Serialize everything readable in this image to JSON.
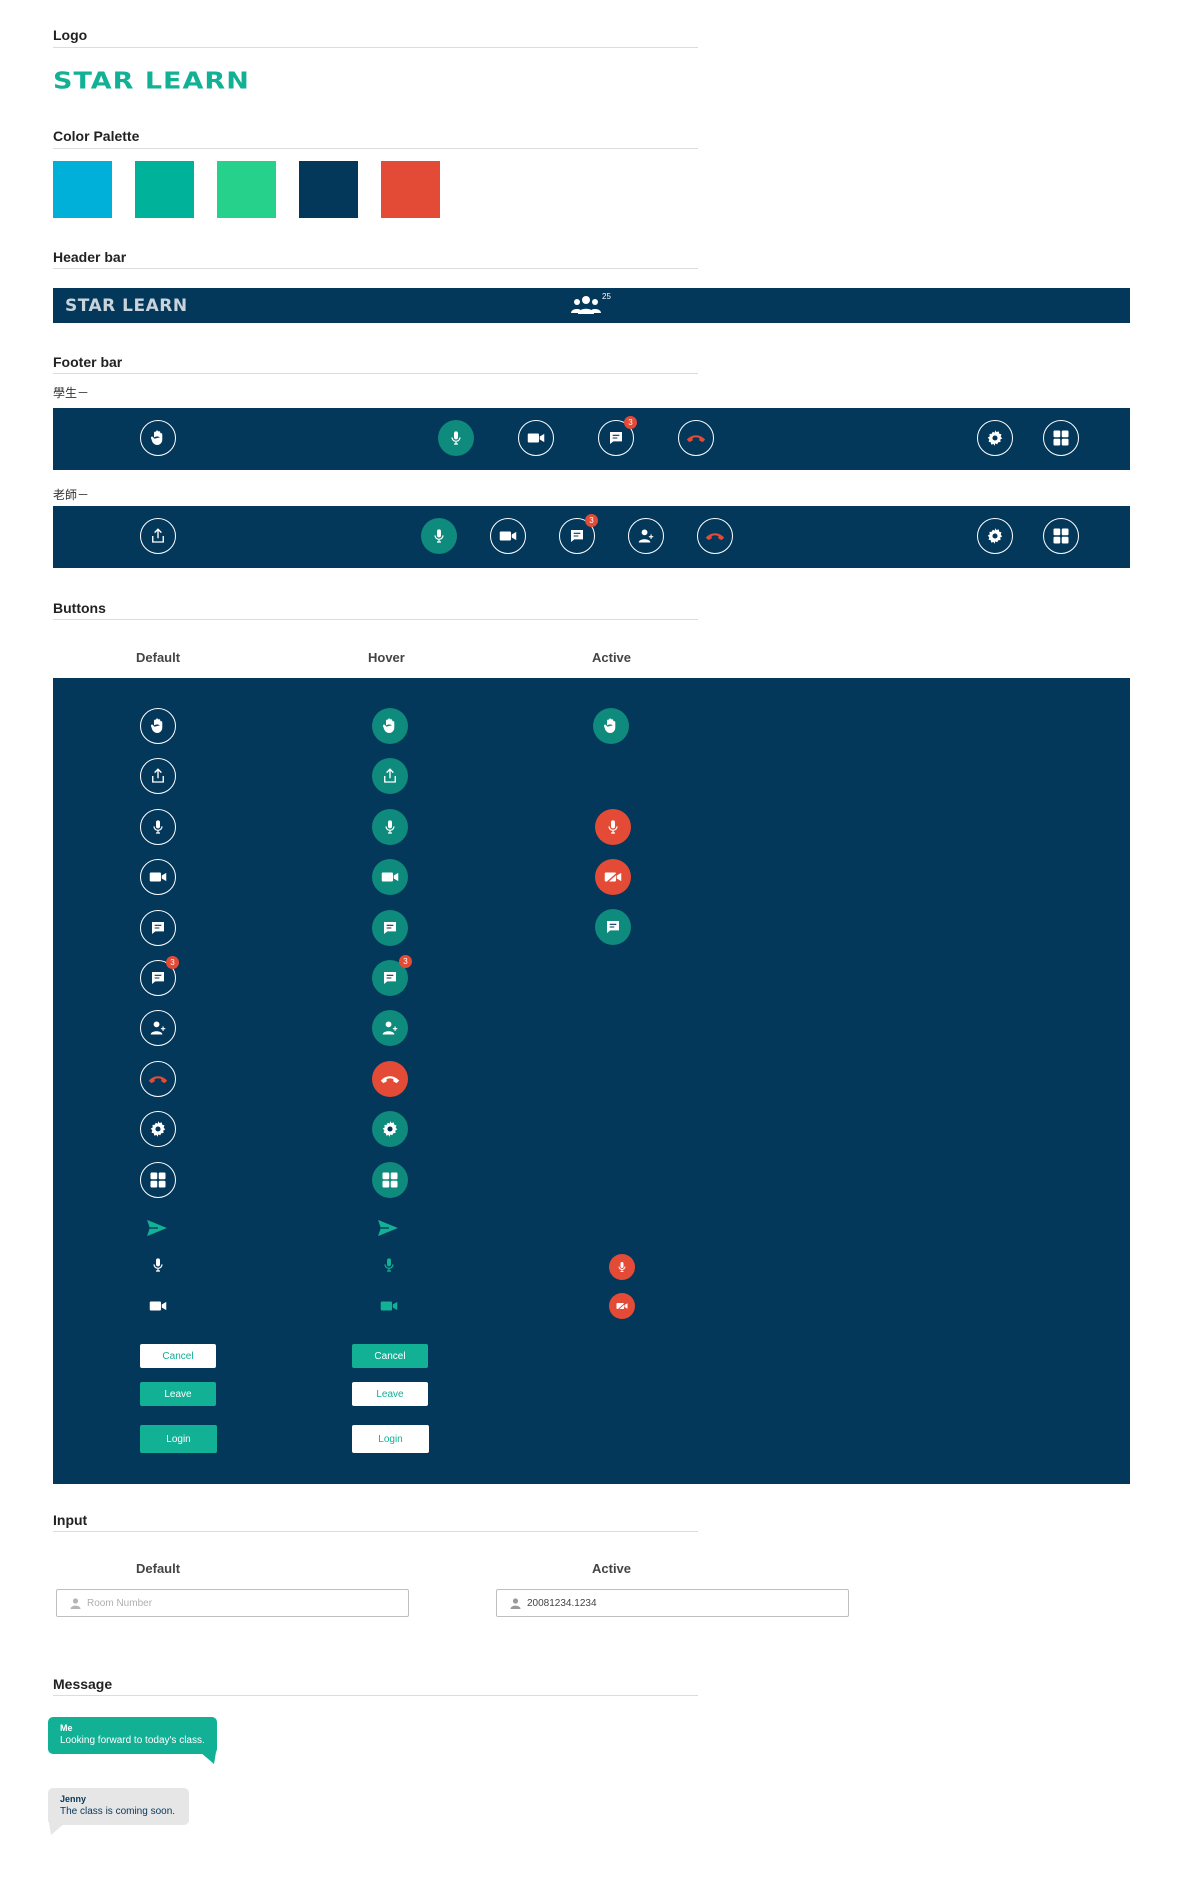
{
  "sections": {
    "logo": "Logo",
    "palette": "Color Palette",
    "header": "Header bar",
    "footer": "Footer bar",
    "buttons": "Buttons",
    "input": "Input",
    "message": "Message"
  },
  "brand": {
    "name": "STAR LEARN"
  },
  "palette": [
    "#00b0d9",
    "#00b299",
    "#25d18b",
    "#04385a",
    "#e44b37"
  ],
  "header_bar": {
    "participant_count": "25",
    "icon": "people-group-icon"
  },
  "footer": {
    "student_label": "學生－",
    "teacher_label": "老師－",
    "badge_count": "3"
  },
  "buttons": {
    "columns": {
      "default": "Default",
      "hover": "Hover",
      "active": "Active"
    },
    "badge_count": "3",
    "cancel": "Cancel",
    "leave": "Leave",
    "login": "Login"
  },
  "input": {
    "columns": {
      "default": "Default",
      "active": "Active"
    },
    "placeholder": "Room Number",
    "active_value": "20081234.1234"
  },
  "messages": [
    {
      "sender": "Me",
      "text": "Looking forward to today's class."
    },
    {
      "sender": "Jenny",
      "text": "The class is coming soon."
    }
  ],
  "colors": {
    "navy": "#04385a",
    "teal": "#12b196",
    "hover": "#0e8b7c",
    "red": "#e44b37"
  }
}
